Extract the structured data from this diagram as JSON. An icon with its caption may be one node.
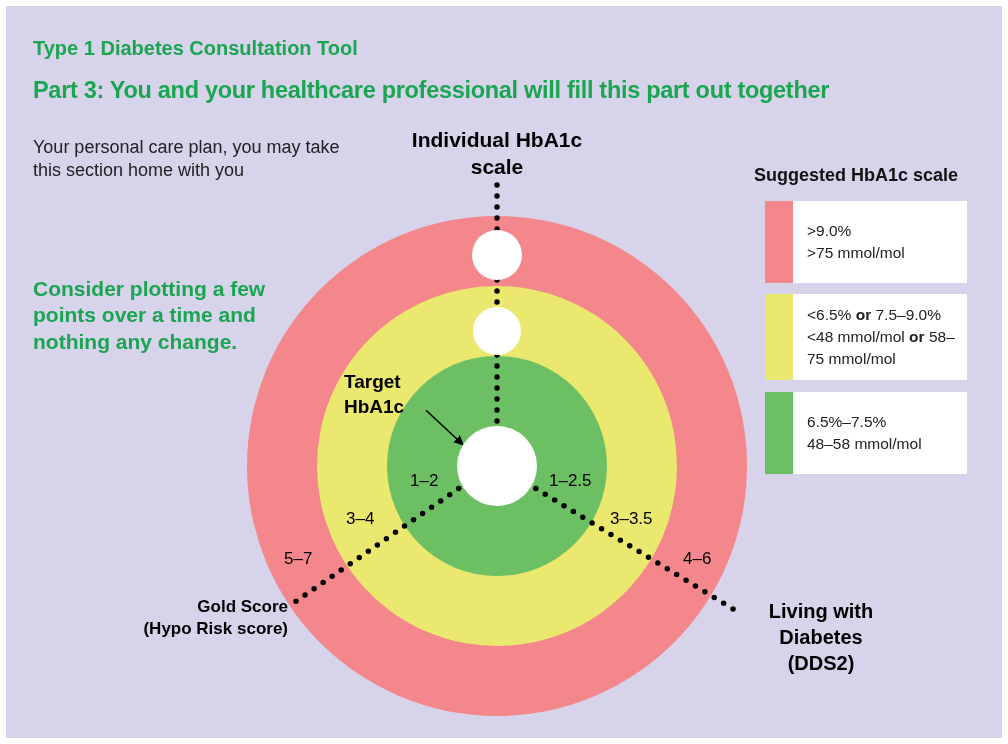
{
  "diagram": {
    "title": "Type 1 Diabetes Consultation Tool",
    "nodes": [
      {
        "text": [
          "Individual HbA1c scale"
        ]
      },
      {
        "text": [],
        "shape": "circle"
      },
      {
        "text": [],
        "shape": "circle"
      },
      {
        "text": [],
        "shape": "circle"
      },
      {
        "text": [
          "Target HbA1c"
        ]
      },
      {
        "text": [
          "Gold Score (Hypo Risk score)"
        ]
      },
      {
        "text": [
          "Living with Diabetes (DDS2)"
        ]
      }
    ],
    "edges": [
      {
        "from": 0,
        "to": 1,
        "arrow": "none",
        "style": "dashed"
      },
      {
        "from": 1,
        "to": 2,
        "arrow": "none",
        "style": "dashed"
      },
      {
        "from": 2,
        "to": 3,
        "arrow": "none",
        "style": "dashed"
      },
      {
        "from": 4,
        "to": 3,
        "arrow": "to"
      },
      {
        "from": 5,
        "to": 3,
        "arrow": "none",
        "style": "dashed"
      },
      {
        "from": 6,
        "to": 3,
        "arrow": "none",
        "style": "dashed"
      }
    ],
    "labels": [
      "Part 3: You and your healthcare professional will fill this part out together",
      "Your personal care plan, you may take this section home with you",
      "Suggested HbA1c scale",
      "Consider plotting a few points over a time and nothing any change.",
      "1–2",
      "1–2.5",
      "3–4",
      "3–3.5",
      "5–7",
      "4–6"
    ],
    "legend": [
      {
        "text": ">9.0% >75 mmol/mol",
        "color": "#f4878b"
      },
      {
        "text": "<6.5% **or** 7.5–9.0% <48 mmol/mol **or** 58–75 mmol/mol",
        "color": "#ebe86f"
      },
      {
        "text": "6.5%–7.5% 48–58 mmol/mol",
        "color": "#6cc063"
      }
    ]
  }
}
